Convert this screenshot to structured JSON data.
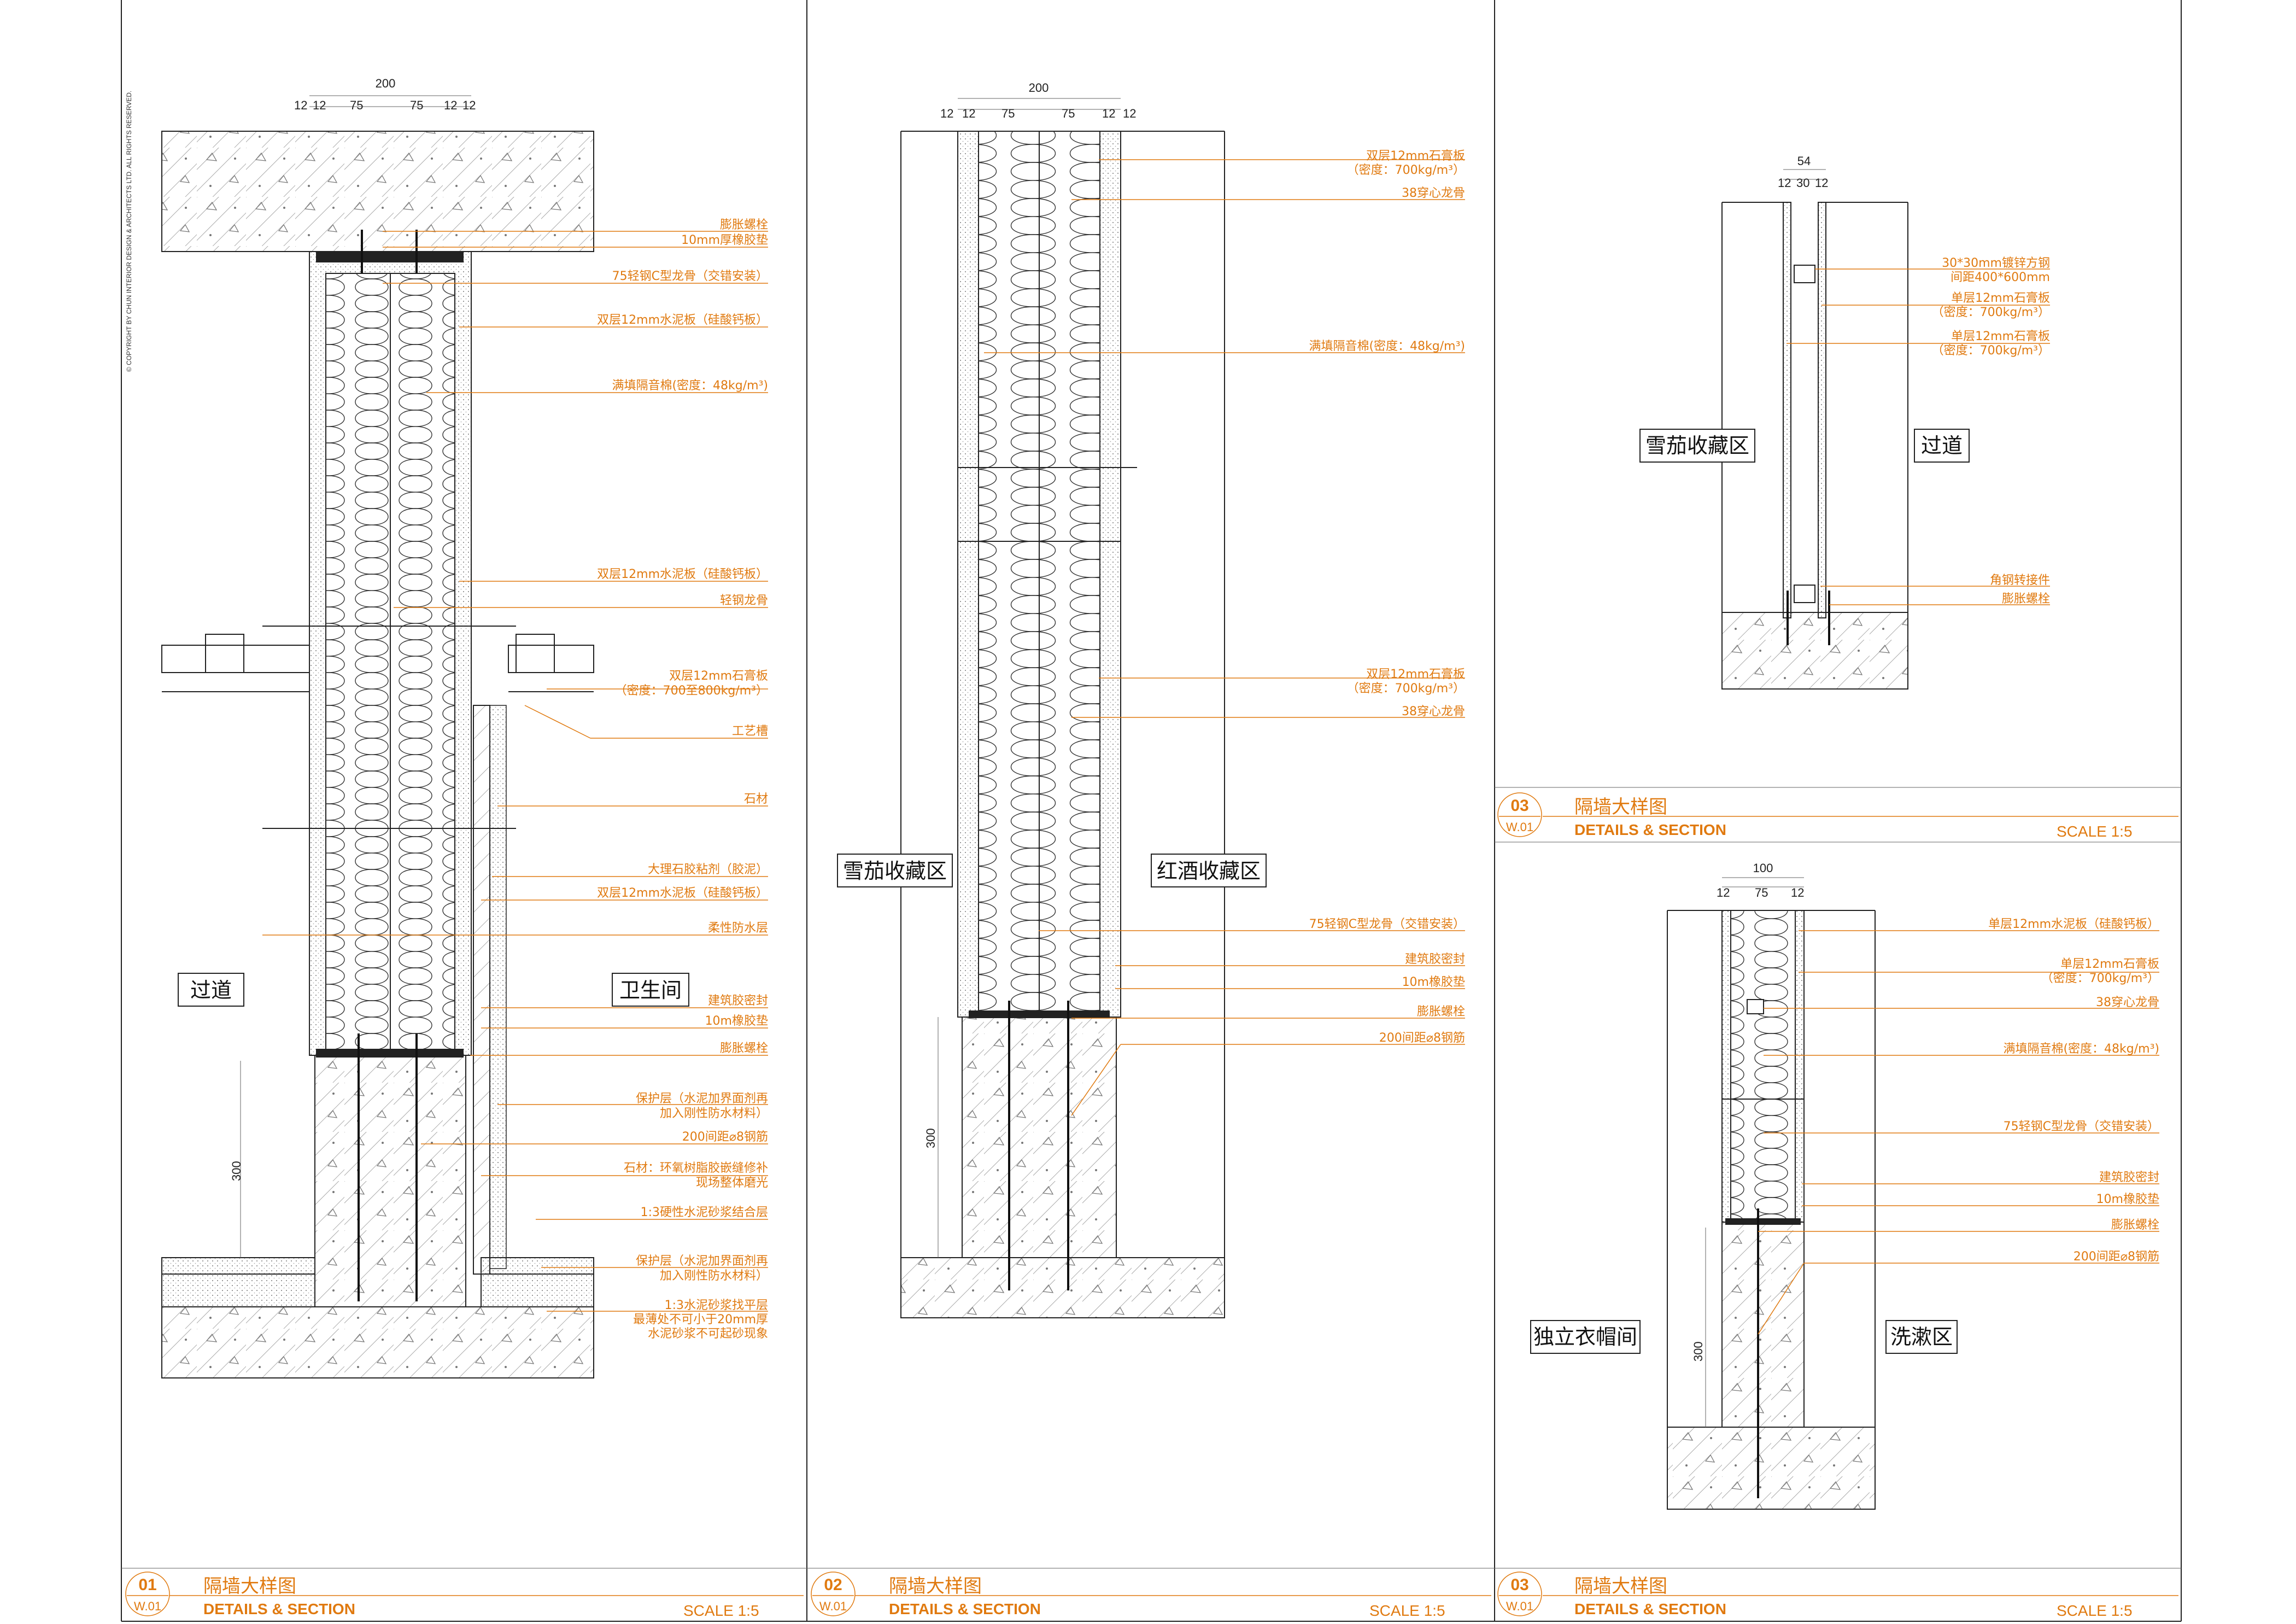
{
  "copyright": "© COPYRIGHT BY CHUN INTERIOR DESIGN & ARCHITECTS LTD. ALL RIGHTS RESERVED.",
  "panels": [
    {
      "num": "01",
      "sheet": "W.01",
      "title": "隔墙大样图",
      "subtitle": "DETAILS & SECTION",
      "scale": "SCALE  1:5"
    },
    {
      "num": "02",
      "sheet": "W.01",
      "title": "隔墙大样图",
      "subtitle": "DETAILS & SECTION",
      "scale": "SCALE  1:5"
    },
    {
      "num": "03",
      "sheet": "W.01",
      "title": "隔墙大样图",
      "subtitle": "DETAILS & SECTION",
      "scale": "SCALE  1:5"
    },
    {
      "num": "03",
      "sheet": "W.01",
      "title": "隔墙大样图",
      "subtitle": "DETAILS & SECTION",
      "scale": "SCALE  1:5"
    }
  ],
  "detail1": {
    "dims": {
      "total": "200",
      "a": "12",
      "b": "12",
      "c": "75",
      "d": "75",
      "e": "12",
      "f": "12",
      "depth": "300"
    },
    "rooms": {
      "left": "过道",
      "right": "卫生间"
    },
    "notes": [
      "膨胀螺栓",
      "10mm厚橡胶垫",
      "75轻钢C型龙骨（交错安装）",
      "双层12mm水泥板（硅酸钙板）",
      "满填隔音棉(密度：48kg/m³)",
      "双层12mm水泥板（硅酸钙板）",
      "轻钢龙骨",
      "双层12mm石膏板",
      "（密度：700至800kg/m³）",
      "工艺槽",
      "石材",
      "大理石胶粘剂（胶泥）",
      "双层12mm水泥板（硅酸钙板）",
      "柔性防水层",
      "建筑胶密封",
      "10m橡胶垫",
      "膨胀螺栓",
      "保护层（水泥加界面剂再",
      "加入刚性防水材料）",
      "200间距⌀8钢筋",
      "石材：环氧树脂胶嵌缝修补",
      "现场整体磨光",
      "1:3硬性水泥砂浆结合层",
      "保护层（水泥加界面剂再",
      "加入刚性防水材料）",
      "1:3水泥砂浆找平层",
      "最薄处不可小于20mm厚",
      "水泥砂浆不可起砂现象"
    ]
  },
  "detail2": {
    "dims": {
      "total": "200",
      "a": "12",
      "b": "12",
      "c": "75",
      "d": "75",
      "e": "12",
      "f": "12",
      "depth": "300"
    },
    "rooms": {
      "left": "雪茄收藏区",
      "right": "红酒收藏区"
    },
    "notes": [
      "双层12mm石膏板",
      "（密度：700kg/m³）",
      "38穿心龙骨",
      "满填隔音棉(密度：48kg/m³)",
      "双层12mm石膏板",
      "（密度：700kg/m³）",
      "38穿心龙骨",
      "75轻钢C型龙骨（交错安装）",
      "建筑胶密封",
      "10m橡胶垫",
      "膨胀螺栓",
      "200间距⌀8钢筋"
    ]
  },
  "detail3": {
    "dims": {
      "total": "54",
      "a": "12",
      "b": "30",
      "c": "12"
    },
    "rooms": {
      "left": "雪茄收藏区",
      "right": "过道"
    },
    "notes": [
      "30*30mm镀锌方钢",
      "间距400*600mm",
      "单层12mm石膏板",
      "（密度：700kg/m³）",
      "单层12mm石膏板",
      "（密度：700kg/m³）",
      "角钢转接件",
      "膨胀螺栓"
    ]
  },
  "detail4": {
    "dims": {
      "total": "100",
      "a": "12",
      "b": "75",
      "c": "12",
      "depth": "300"
    },
    "rooms": {
      "left": "独立衣帽间",
      "right": "洗漱区"
    },
    "notes": [
      "单层12mm水泥板（硅酸钙板）",
      "单层12mm石膏板",
      "（密度：700kg/m³）",
      "38穿心龙骨",
      "满填隔音棉(密度：48kg/m³)",
      "75轻钢C型龙骨（交错安装）",
      "建筑胶密封",
      "10m橡胶垫",
      "膨胀螺栓",
      "200间距⌀8钢筋"
    ]
  }
}
